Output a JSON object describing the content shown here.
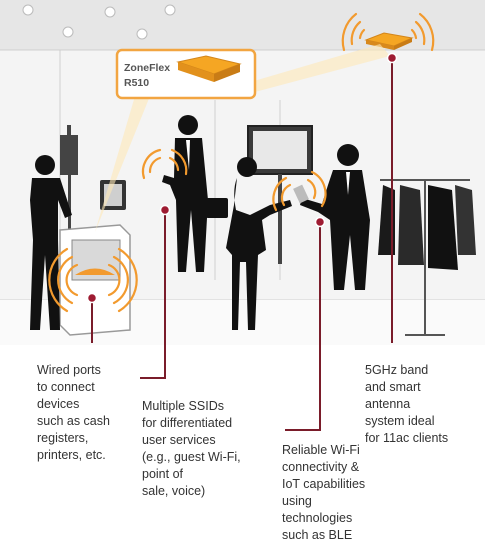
{
  "product_card": {
    "line1": "ZoneFlex",
    "line2": "R510"
  },
  "callouts": {
    "wired_ports": [
      "Wired ports",
      "to connect",
      "devices",
      "such as cash",
      "registers,",
      "printers, etc."
    ],
    "multiple_ssids": [
      "Multiple SSIDs",
      "for differentiated",
      "user services",
      "(e.g., guest Wi-Fi,",
      "point of",
      "sale, voice)"
    ],
    "reliable_wifi": [
      "Reliable Wi-Fi",
      "connectivity &",
      "IoT capabilities",
      "using",
      "technologies",
      "such as BLE"
    ],
    "band_antenna": [
      "5GHz band",
      "and  smart",
      "antenna",
      "system ideal",
      "for 11ac clients"
    ]
  },
  "colors": {
    "accent_dot": "#9e1b32",
    "leader_line": "#7a1c2a",
    "wifi_wave": "#f29a2e",
    "access_point": "#f5a623",
    "silhouette": "#111111",
    "text": "#333333"
  },
  "icons": [
    "access-point-icon",
    "wifi-signal-icon"
  ]
}
